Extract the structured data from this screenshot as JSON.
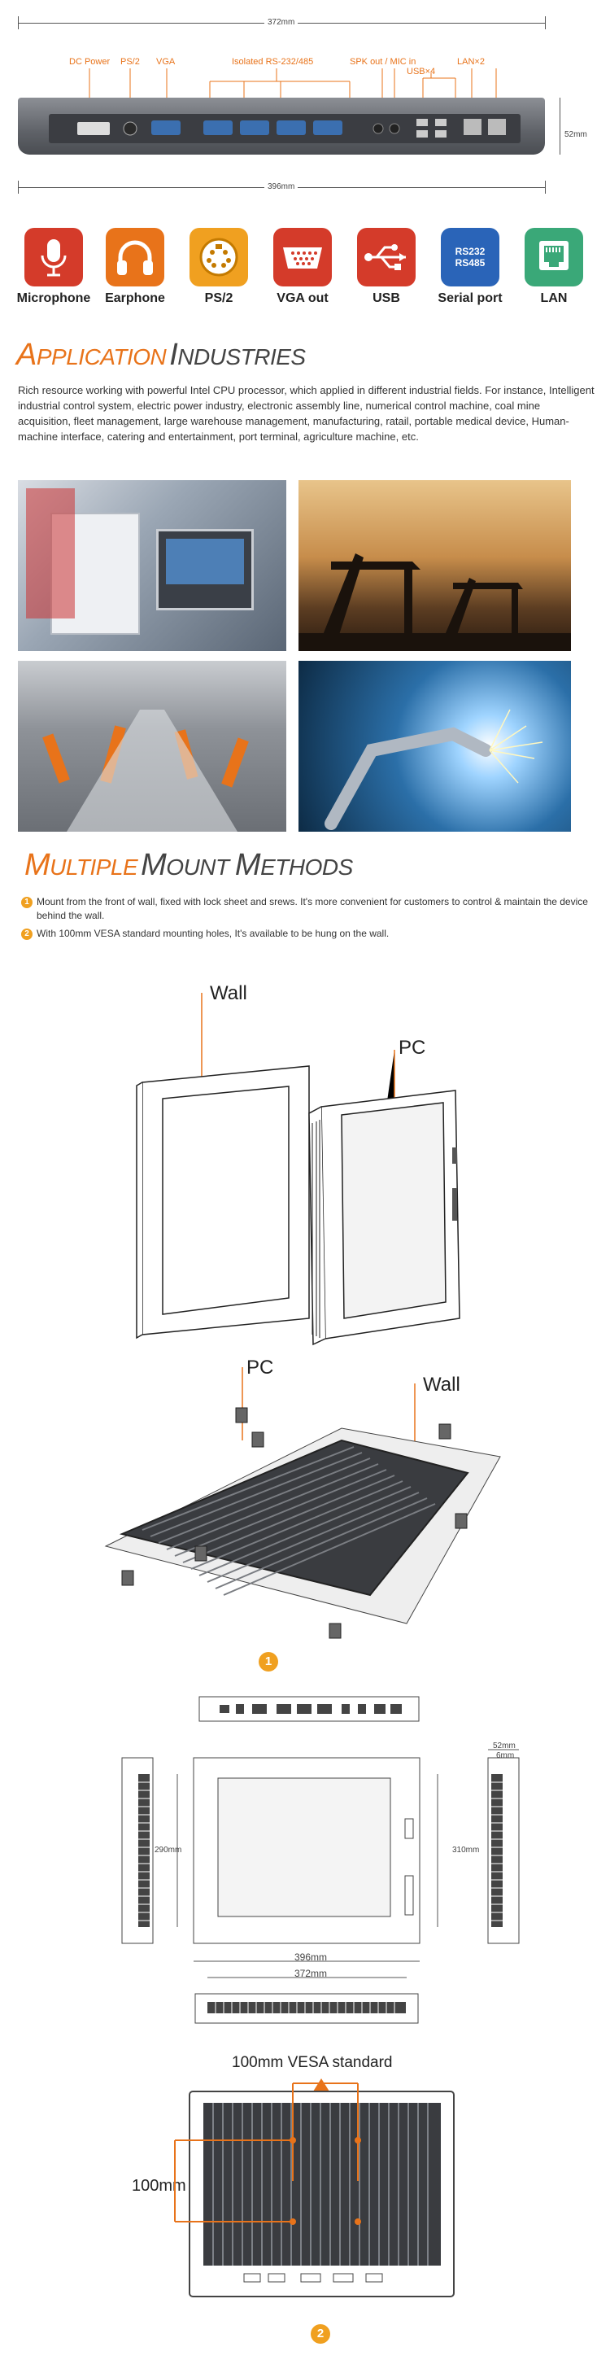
{
  "ports_top": {
    "width_label": "372mm",
    "height_label": "52mm",
    "bottom_width_label": "396mm",
    "labels": [
      "DC Power",
      "PS/2",
      "VGA",
      "Isolated RS-232/485",
      "SPK out / MIC in",
      "USB×4",
      "LAN×2"
    ]
  },
  "icons": [
    {
      "name": "microphone",
      "label": "Microphone",
      "color": "#d43b2a"
    },
    {
      "name": "earphone",
      "label": "Earphone",
      "color": "#e8731a"
    },
    {
      "name": "ps2",
      "label": "PS/2",
      "color": "#f0a020"
    },
    {
      "name": "vga",
      "label": "VGA out",
      "color": "#d43b2a"
    },
    {
      "name": "usb",
      "label": "USB",
      "color": "#d43b2a"
    },
    {
      "name": "serial",
      "label": "Serial port",
      "color": "#2a64b8",
      "text": "RS232 RS485"
    },
    {
      "name": "lan",
      "label": "LAN",
      "color": "#3aa878"
    }
  ],
  "application": {
    "title_w1_cap": "A",
    "title_w1_rest": "PPLICATION",
    "title_w2_cap": "I",
    "title_w2_rest": "NDUSTRIES",
    "text": "Rich resource working with powerful Intel CPU processor, which applied in different industrial fields. For instance, Intelligent industrial control system, electric power industry, electronic assembly line, numerical control machine, coal mine acquisition, fleet management, large warehouse management, manufacturing, ratail, portable medical device, Human-machine interface, catering and entertainment, port terminal, agriculture machine, etc."
  },
  "mount": {
    "title_w1_cap": "M",
    "title_w1_rest": "ULTIPLE",
    "title_w2_cap": "M",
    "title_w2_rest": "OUNT ",
    "title_w3_cap": "M",
    "title_w3_rest": "ETHODS",
    "items": [
      {
        "num": "1",
        "text": "Mount from the front of wall, fixed with lock sheet and srews. It's more convenient for customers to control & maintain the device behind the wall."
      },
      {
        "num": "2",
        "text": "With 100mm VESA standard mounting holes, It's available to be hung on the wall."
      }
    ],
    "wall_label": "Wall",
    "pc_label": "PC",
    "pc_label2": "PC",
    "wall_label2": "Wall",
    "step1": "1",
    "step2": "2"
  },
  "dims": {
    "d52": "52mm",
    "d6": "6mm",
    "d290": "290mm",
    "d310": "310mm",
    "d396": "396mm",
    "d372": "372mm",
    "vesa_title": "100mm VESA standard",
    "vesa_side": "100mm"
  }
}
